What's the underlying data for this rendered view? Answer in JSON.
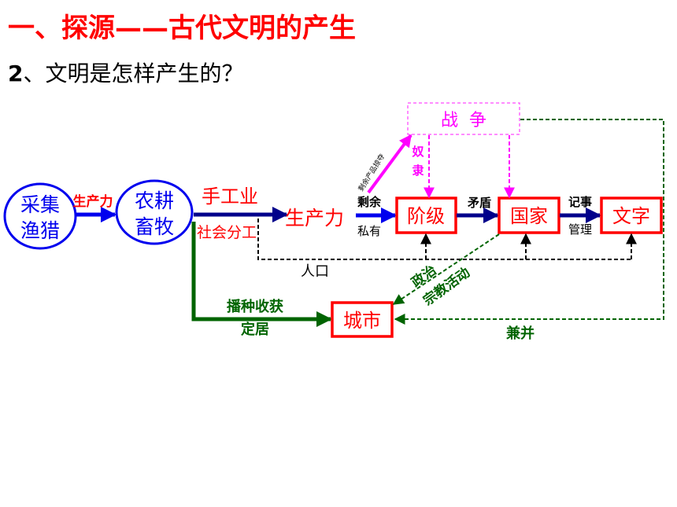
{
  "title": "一、探源——古代文明的产生",
  "subtitle": {
    "number": "2",
    "text": "、文明是怎样产生的？"
  },
  "nodes": {
    "gather": [
      "采集",
      "渔猎"
    ],
    "farm": [
      "农耕",
      "畜牧"
    ],
    "handicraft": "手工业",
    "social_division": "社会分工",
    "productivity": "生产力",
    "class": "阶级",
    "state": "国家",
    "writing": "文字",
    "war": "战  争",
    "city": "城市"
  },
  "labels": {
    "productivity_small": "生产力",
    "surplus": "剩余",
    "private": "私有",
    "plunder": "剩余产品掠夺",
    "slave": [
      "奴",
      "隶"
    ],
    "contradiction": "矛盾",
    "record": "记事",
    "manage": "管理",
    "population": "人口",
    "politics": "政治",
    "religion": "宗教活动",
    "sowing": "播种收获",
    "settle": "定居",
    "annex": "兼并"
  },
  "colors": {
    "title": "#ff0000",
    "red": "#ff0000",
    "blue": "#0000ee",
    "green": "#006400",
    "magenta": "#ff00ff",
    "navy": "#00008b"
  }
}
